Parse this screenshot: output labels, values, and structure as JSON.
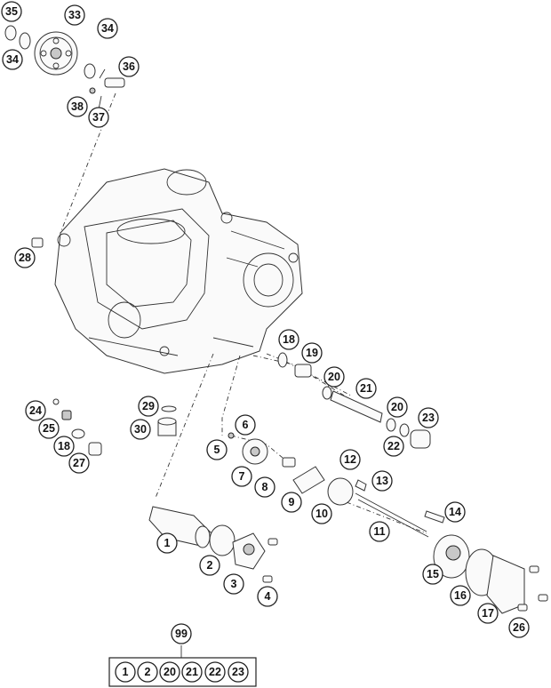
{
  "callouts": {
    "c35": "35",
    "c33": "33",
    "c34a": "34",
    "c34b": "34",
    "c36": "36",
    "c38": "38",
    "c37": "37",
    "c28": "28",
    "c18a": "18",
    "c19": "19",
    "c20a": "20",
    "c21": "21",
    "c20b": "20",
    "c23": "23",
    "c22": "22",
    "c24": "24",
    "c25": "25",
    "c18b": "18",
    "c27": "27",
    "c29": "29",
    "c30": "30",
    "c6": "6",
    "c5": "5",
    "c7": "7",
    "c8": "8",
    "c9": "9",
    "c10": "10",
    "c12": "12",
    "c13": "13",
    "c11": "11",
    "c14": "14",
    "c1": "1",
    "c2": "2",
    "c3": "3",
    "c4": "4",
    "c15": "15",
    "c16": "16",
    "c17": "17",
    "c26": "26",
    "c99": "99"
  },
  "kit": [
    "1",
    "2",
    "20",
    "21",
    "22",
    "23"
  ]
}
